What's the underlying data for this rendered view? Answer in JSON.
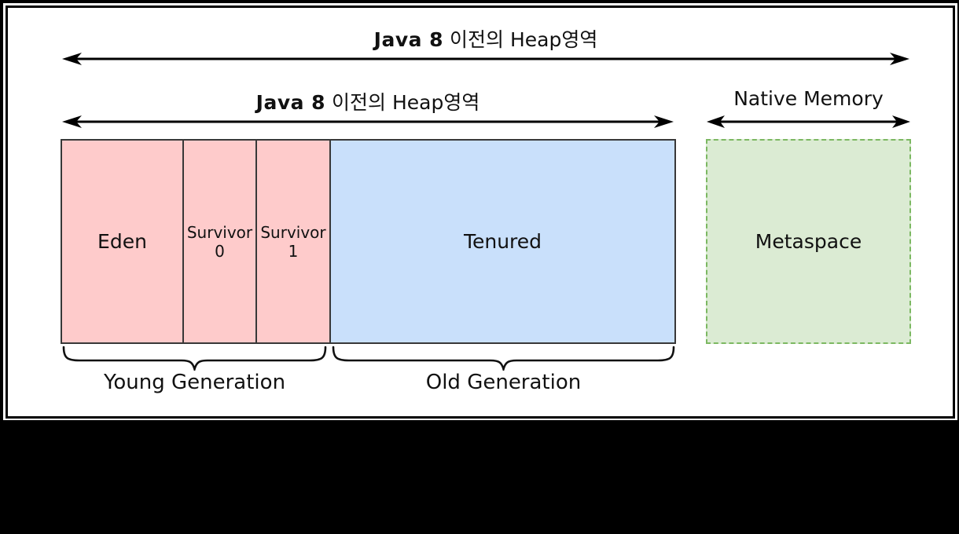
{
  "diagram": {
    "top_span": {
      "label_bold": "Java 8",
      "label_rest": " 이전의 Heap영역"
    },
    "heap_span": {
      "label_bold": "Java 8",
      "label_rest": " 이전의 Heap영역"
    },
    "native_span": {
      "label": "Native Memory"
    },
    "regions": {
      "eden": {
        "label": "Eden",
        "fill": "#fecbcb",
        "border": "#383838"
      },
      "survivor0": {
        "line1": "Survivor",
        "line2": "0",
        "fill": "#fecbcb",
        "border": "#383838"
      },
      "survivor1": {
        "line1": "Survivor",
        "line2": "1",
        "fill": "#fecbcb",
        "border": "#383838"
      },
      "tenured": {
        "label": "Tenured",
        "fill": "#c9e0fb",
        "border": "#383838"
      },
      "metaspace": {
        "label": "Metaspace",
        "fill": "#dbebd3",
        "border": "#7cb862",
        "border_style": "dashed"
      }
    },
    "generations": {
      "young_label": "Young Generation",
      "old_label": "Old Generation"
    },
    "colors": {
      "background": "#000000",
      "sheet": "#ffffff",
      "line": "#000000"
    }
  }
}
